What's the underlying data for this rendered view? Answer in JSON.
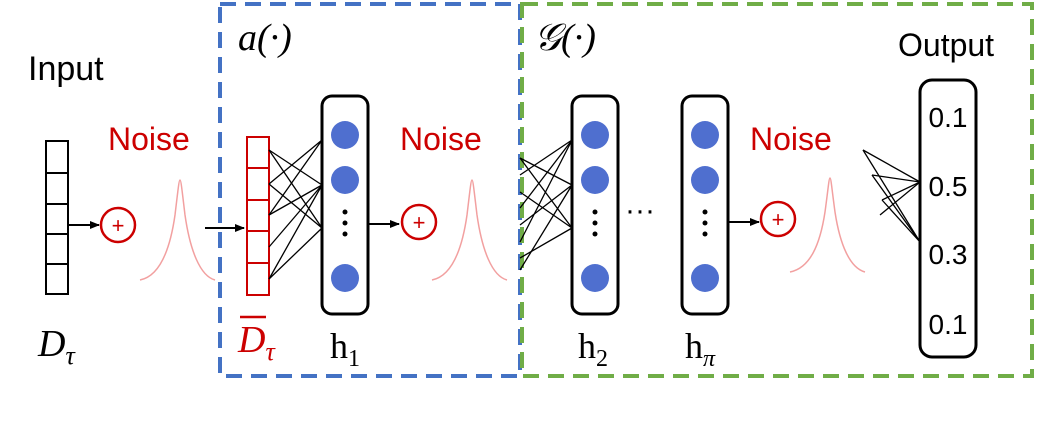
{
  "labels": {
    "input": "Input",
    "output": "Output",
    "noise": "Noise",
    "a_func": "a(·)",
    "g_func": "𝒢(·)",
    "d_tau": "D",
    "d_tau_sub": "τ",
    "dbar_tau": "D",
    "dbar_tau_sub": "τ",
    "h1": "h",
    "h1_sub": "1",
    "h2": "h",
    "h2_sub": "2",
    "hpi": "h",
    "hpi_sub": "π",
    "ellipsis_h": "···",
    "plus": "+"
  },
  "output_values": [
    "0.1",
    "0.5",
    "0.3",
    "0.1"
  ],
  "colors": {
    "red": "#cc0000",
    "blue_box": "#4472c4",
    "green_box": "#70ad47",
    "node_fill": "#4f6fcf",
    "noise_curve": "#f2a0a0",
    "black": "#000000"
  }
}
